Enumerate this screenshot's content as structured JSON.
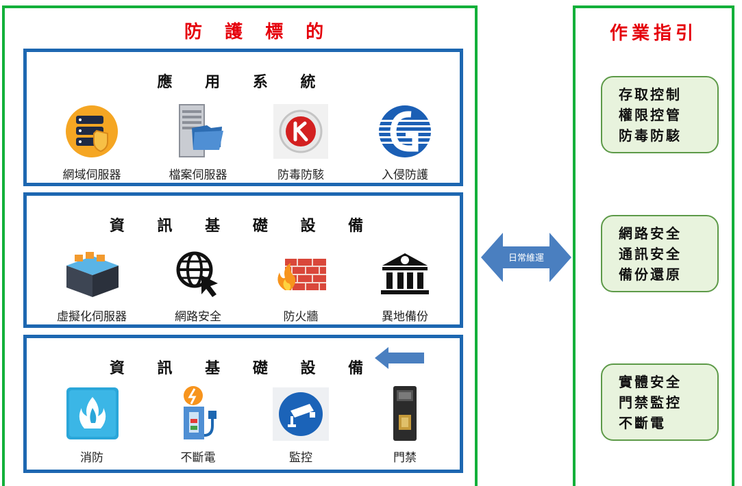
{
  "left_panel": {
    "title": "防 護 標 的"
  },
  "right_panel": {
    "title": "作業指引"
  },
  "sections": [
    {
      "heading": "應 用 系 統",
      "items": [
        {
          "label": "網域伺服器",
          "icon": "domain-server-icon"
        },
        {
          "label": "檔案伺服器",
          "icon": "file-server-icon"
        },
        {
          "label": "防毒防駭",
          "icon": "antivirus-icon"
        },
        {
          "label": "入侵防護",
          "icon": "intrusion-prevention-icon"
        }
      ]
    },
    {
      "heading": "資 訊 基 礎 設 備",
      "items": [
        {
          "label": "虛擬化伺服器",
          "icon": "virtualization-server-icon"
        },
        {
          "label": "網路安全",
          "icon": "globe-cursor-icon"
        },
        {
          "label": "防火牆",
          "icon": "firewall-icon"
        },
        {
          "label": "異地備份",
          "icon": "bank-icon"
        }
      ]
    },
    {
      "heading": "資 訊 基 礎 設 備",
      "items": [
        {
          "label": "消防",
          "icon": "fire-protection-icon"
        },
        {
          "label": "不斷電",
          "icon": "ups-icon"
        },
        {
          "label": "監控",
          "icon": "cctv-camera-icon"
        },
        {
          "label": "門禁",
          "icon": "access-control-icon"
        }
      ]
    }
  ],
  "connector": {
    "label": "日常維運"
  },
  "guides": [
    {
      "lines": [
        "存取控制",
        "權限控管",
        "防毒防駭"
      ]
    },
    {
      "lines": [
        "網路安全",
        "通訊安全",
        "備份還原"
      ]
    },
    {
      "lines": [
        "實體安全",
        "門禁監控",
        "不斷電"
      ]
    }
  ],
  "colors": {
    "frame_green": "#13b03a",
    "box_blue": "#1d67b1",
    "title_red": "#e5000b",
    "guide_fill": "#e8f3dd",
    "arrow_blue": "#4a7fc0"
  }
}
